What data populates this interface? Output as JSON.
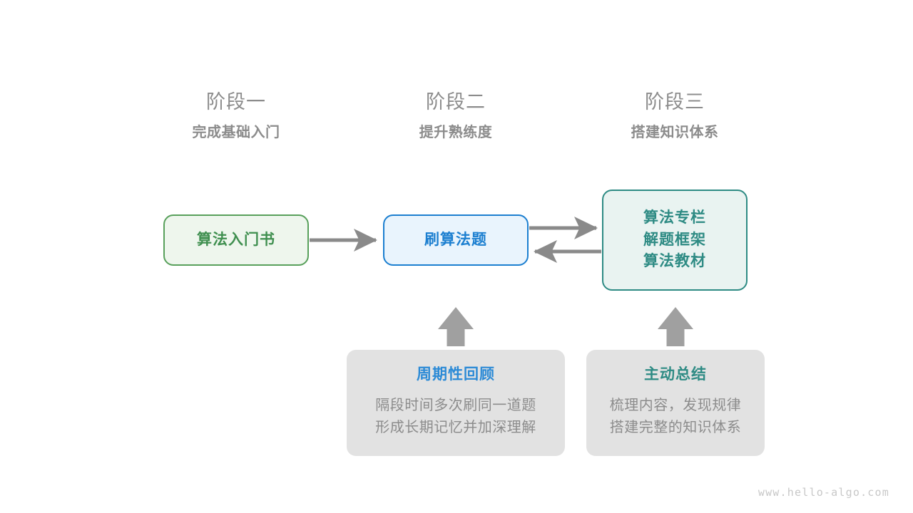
{
  "page": {
    "background": "#ffffff",
    "watermark": "www.hello-algo.com"
  },
  "stages": [
    {
      "title": "阶段一",
      "subtitle": "完成基础入门"
    },
    {
      "title": "阶段二",
      "subtitle": "提升熟练度"
    },
    {
      "title": "阶段三",
      "subtitle": "搭建知识体系"
    }
  ],
  "nodes": {
    "book": {
      "label": "算法入门书",
      "color": "#3f8f4f",
      "border": "#58a05b",
      "fill": "#eef6ed"
    },
    "practice": {
      "label": "刷算法题",
      "color": "#1c7fd0",
      "border": "#1c7fd0",
      "fill": "#e9f4fd"
    },
    "resources": {
      "line1": "算法专栏",
      "line2": "解题框架",
      "line3": "算法教材",
      "color": "#2e8b84",
      "border": "#2e8b84",
      "fill": "#e9f3f1"
    }
  },
  "tips": {
    "review": {
      "title": "周期性回顾",
      "title_color": "#2b8ad6",
      "body_line1": "隔段时间多次刷同一道题",
      "body_line2": "形成长期记忆并加深理解"
    },
    "summary": {
      "title": "主动总结",
      "title_color": "#2e8b84",
      "body_line1": "梳理内容，发现规律",
      "body_line2": "搭建完整的知识体系"
    }
  },
  "arrows": {
    "color": "#8a8a8a",
    "book_to_practice": "arrow-right",
    "practice_to_resources": "arrow-right",
    "resources_to_practice": "arrow-left",
    "review_to_practice": "arrow-up",
    "summary_to_resources": "arrow-up"
  }
}
